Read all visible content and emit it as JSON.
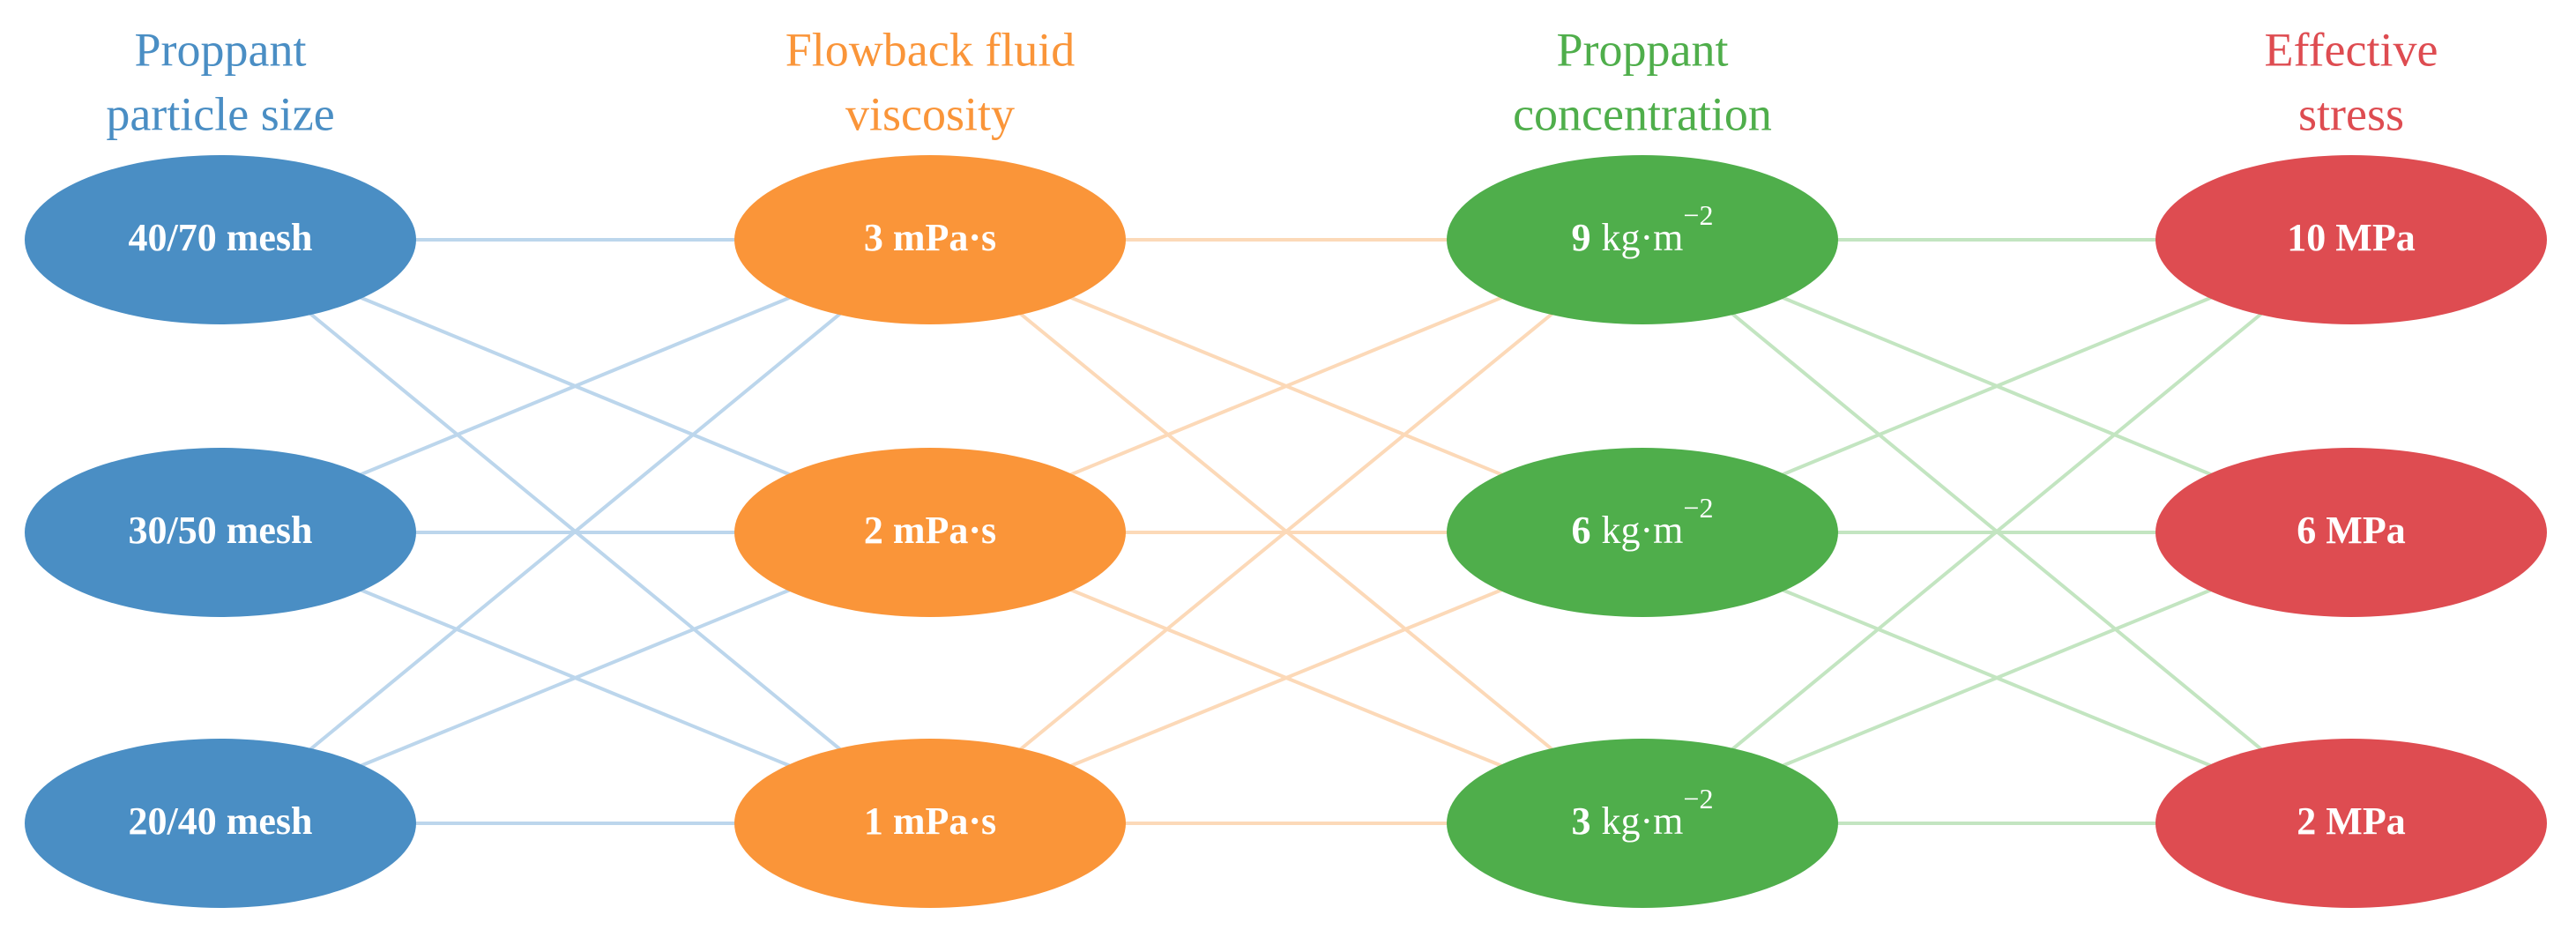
{
  "columns": [
    {
      "key": "size",
      "title_lines": [
        "Proppant",
        "particle size"
      ],
      "color": "#4a8ec4",
      "nodes": [
        {
          "plain": "40/70 mesh"
        },
        {
          "plain": "30/50 mesh"
        },
        {
          "plain": "20/40 mesh"
        }
      ]
    },
    {
      "key": "viscosity",
      "title_lines": [
        "Flowback fluid",
        "viscosity"
      ],
      "color": "#fa9539",
      "nodes": [
        {
          "plain": "3 mPa·s"
        },
        {
          "plain": "2 mPa·s"
        },
        {
          "plain": "1 mPa·s"
        }
      ]
    },
    {
      "key": "concentration",
      "title_lines": [
        "Proppant",
        "concentration"
      ],
      "color": "#4fae4b",
      "nodes": [
        {
          "num": "9",
          "unit": "kg·m",
          "sup": "−2"
        },
        {
          "num": "6",
          "unit": "kg·m",
          "sup": "−2"
        },
        {
          "num": "3",
          "unit": "kg·m",
          "sup": "−2"
        }
      ]
    },
    {
      "key": "stress",
      "title_lines": [
        "Effective",
        "stress"
      ],
      "color": "#de4c51",
      "nodes": [
        {
          "plain": "10 MPa"
        },
        {
          "plain": "6 MPa"
        },
        {
          "plain": "2 MPa"
        }
      ]
    }
  ],
  "link_colors": [
    "#bcd6ec",
    "#fcd9b8",
    "#c3e5c1"
  ]
}
